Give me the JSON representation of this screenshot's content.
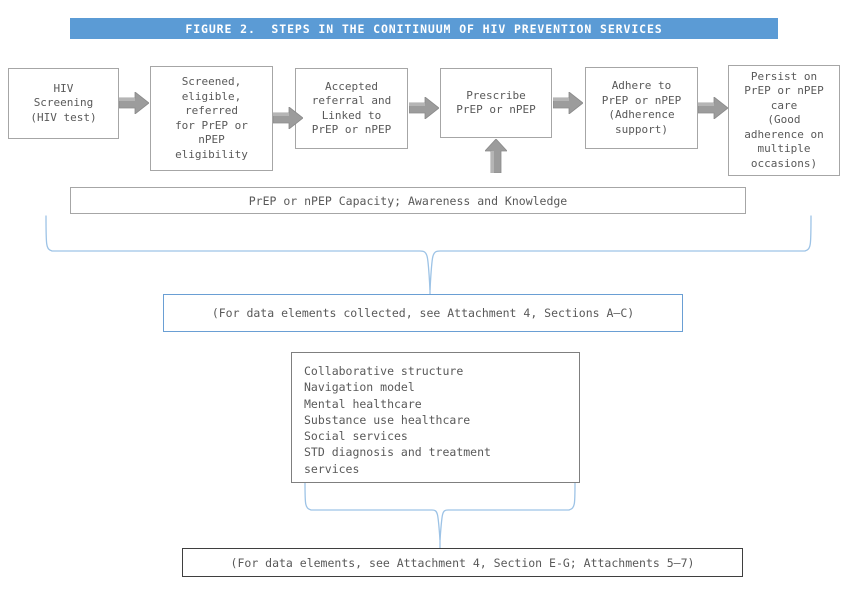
{
  "figure": {
    "title": "FIGURE 2.  STEPS IN THE CONITINUUM OF HIV PREVENTION SERVICES",
    "title_bg": "#5b9bd5",
    "title_color": "#ffffff",
    "box_border_color": "#a6a6a6",
    "text_color": "#595959",
    "arrow_color": "#808080",
    "brace_color": "#9dc3e6",
    "note_blue_border": "#6a9fd4",
    "note_dark_border": "#3f3f3f"
  },
  "steps": [
    {
      "id": "hiv-screening",
      "label": "HIV\nScreening\n(HIV test)"
    },
    {
      "id": "screened-eligible",
      "label": "Screened,\neligible,\nreferred\nfor PrEP or\nnPEP\neligibility"
    },
    {
      "id": "accepted-referral",
      "label": "Accepted\nreferral and\nLinked to\nPrEP or nPEP"
    },
    {
      "id": "prescribe",
      "label": "Prescribe\nPrEP or nPEP"
    },
    {
      "id": "adhere",
      "label": "Adhere to\nPrEP or nPEP\n(Adherence\nsupport)"
    },
    {
      "id": "persist",
      "label": "Persist on\nPrEP or nPEP\ncare\n(Good\nadherence on\nmultiple\noccasions)"
    }
  ],
  "capacity_bar": {
    "label": "PrEP or nPEP Capacity; Awareness and Knowledge"
  },
  "notes": {
    "upper": "(For data elements collected, see Attachment 4, Sections A–C)",
    "lower": "(For data elements, see Attachment 4, Section E-G; Attachments 5–7)"
  },
  "services": {
    "items": [
      "Collaborative structure",
      "Navigation model",
      "Mental healthcare",
      "Substance use healthcare",
      "Social services",
      "STD diagnosis and treatment",
      "services"
    ],
    "text": "Collaborative structure\nNavigation model\nMental healthcare\nSubstance use healthcare\nSocial services\nSTD diagnosis and treatment\nservices"
  },
  "arrows": {
    "right_count": 5,
    "up_count": 1
  }
}
